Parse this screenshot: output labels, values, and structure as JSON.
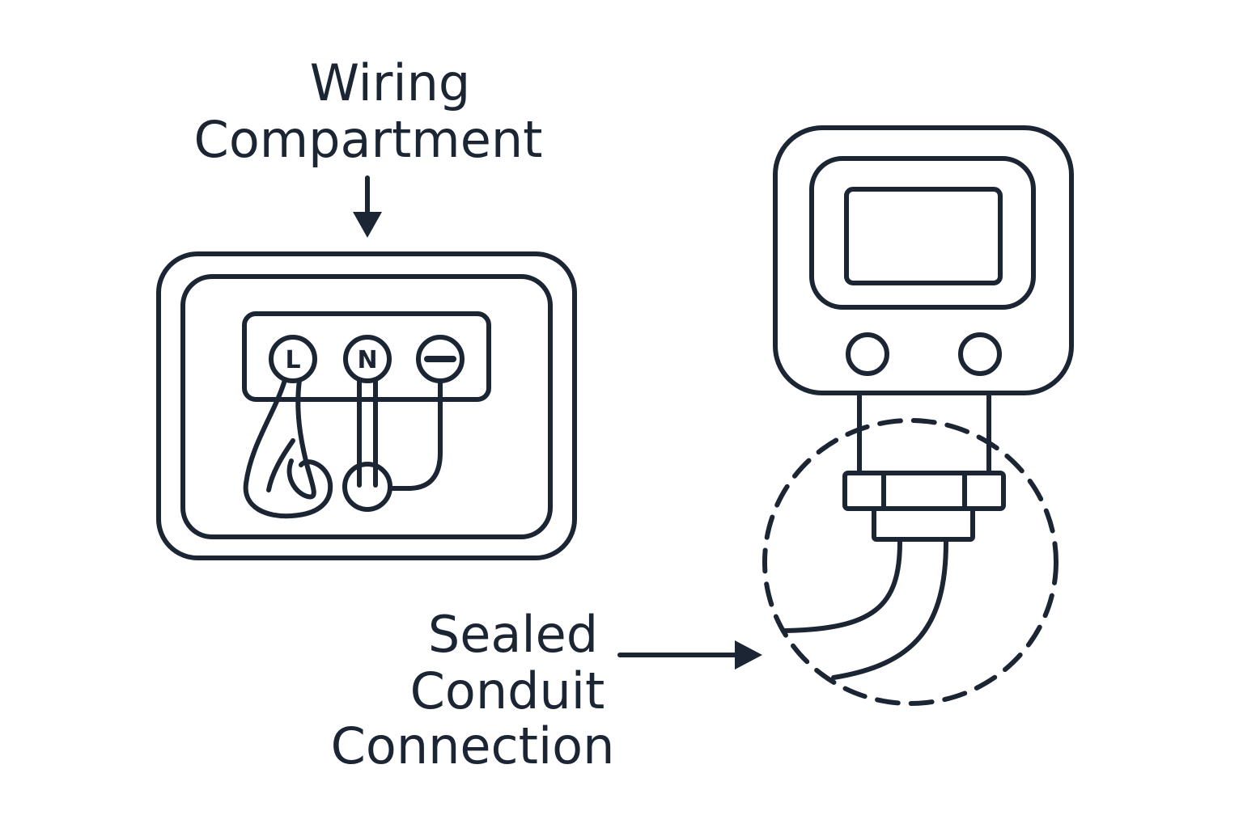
{
  "labels": {
    "wiring_compartment": [
      "Wiring",
      "Compartment"
    ],
    "sealed_conduit_connection": [
      "Sealed",
      "Conduit",
      "Connection"
    ]
  },
  "terminals": {
    "live": "L",
    "neutral": "N"
  },
  "colors": {
    "line": "#1c2533",
    "background": "#ffffff"
  }
}
